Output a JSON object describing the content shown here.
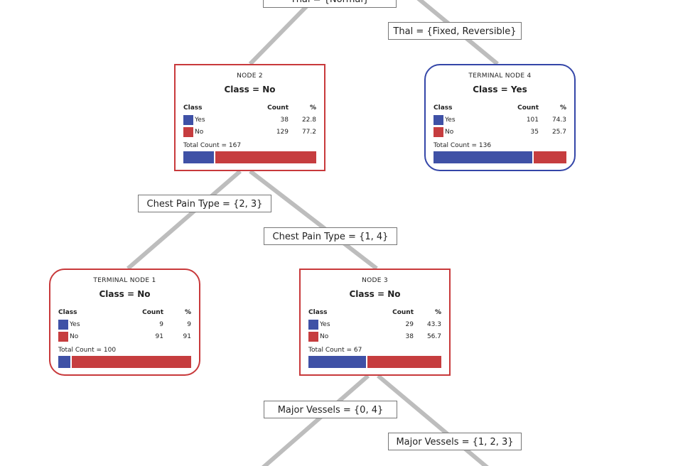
{
  "colors": {
    "yes": "#3f51a6",
    "no": "#c63d3f",
    "edge": "#bdbdbd"
  },
  "split_labels": {
    "thal_normal": "Thal = {Normal}",
    "thal_fixed": "Thal = {Fixed, Reversible}",
    "cp_23": "Chest Pain Type = {2, 3}",
    "cp_14": "Chest Pain Type = {1, 4}",
    "mv_04": "Major Vessels = {0, 4}",
    "mv_123": "Major Vessels = {1, 2, 3}"
  },
  "headers": {
    "class": "Class",
    "count": "Count",
    "pct": "%"
  },
  "nodes": {
    "node2": {
      "title": "NODE 2",
      "class": "Class = No",
      "yes_label": "Yes",
      "yes_count": "38",
      "yes_pct": "22.8",
      "no_label": "No",
      "no_count": "129",
      "no_pct": "77.2",
      "total": "Total Count = 167",
      "yes_fraction": 0.228
    },
    "term4": {
      "title": "TERMINAL NODE 4",
      "class": "Class = Yes",
      "yes_label": "Yes",
      "yes_count": "101",
      "yes_pct": "74.3",
      "no_label": "No",
      "no_count": "35",
      "no_pct": "25.7",
      "total": "Total Count = 136",
      "yes_fraction": 0.743
    },
    "term1": {
      "title": "TERMINAL NODE 1",
      "class": "Class = No",
      "yes_label": "Yes",
      "yes_count": "9",
      "yes_pct": "9",
      "no_label": "No",
      "no_count": "91",
      "no_pct": "91",
      "total": "Total Count = 100",
      "yes_fraction": 0.09
    },
    "node3": {
      "title": "NODE 3",
      "class": "Class = No",
      "yes_label": "Yes",
      "yes_count": "29",
      "yes_pct": "43.3",
      "no_label": "No",
      "no_count": "38",
      "no_pct": "56.7",
      "total": "Total Count = 67",
      "yes_fraction": 0.433
    }
  }
}
